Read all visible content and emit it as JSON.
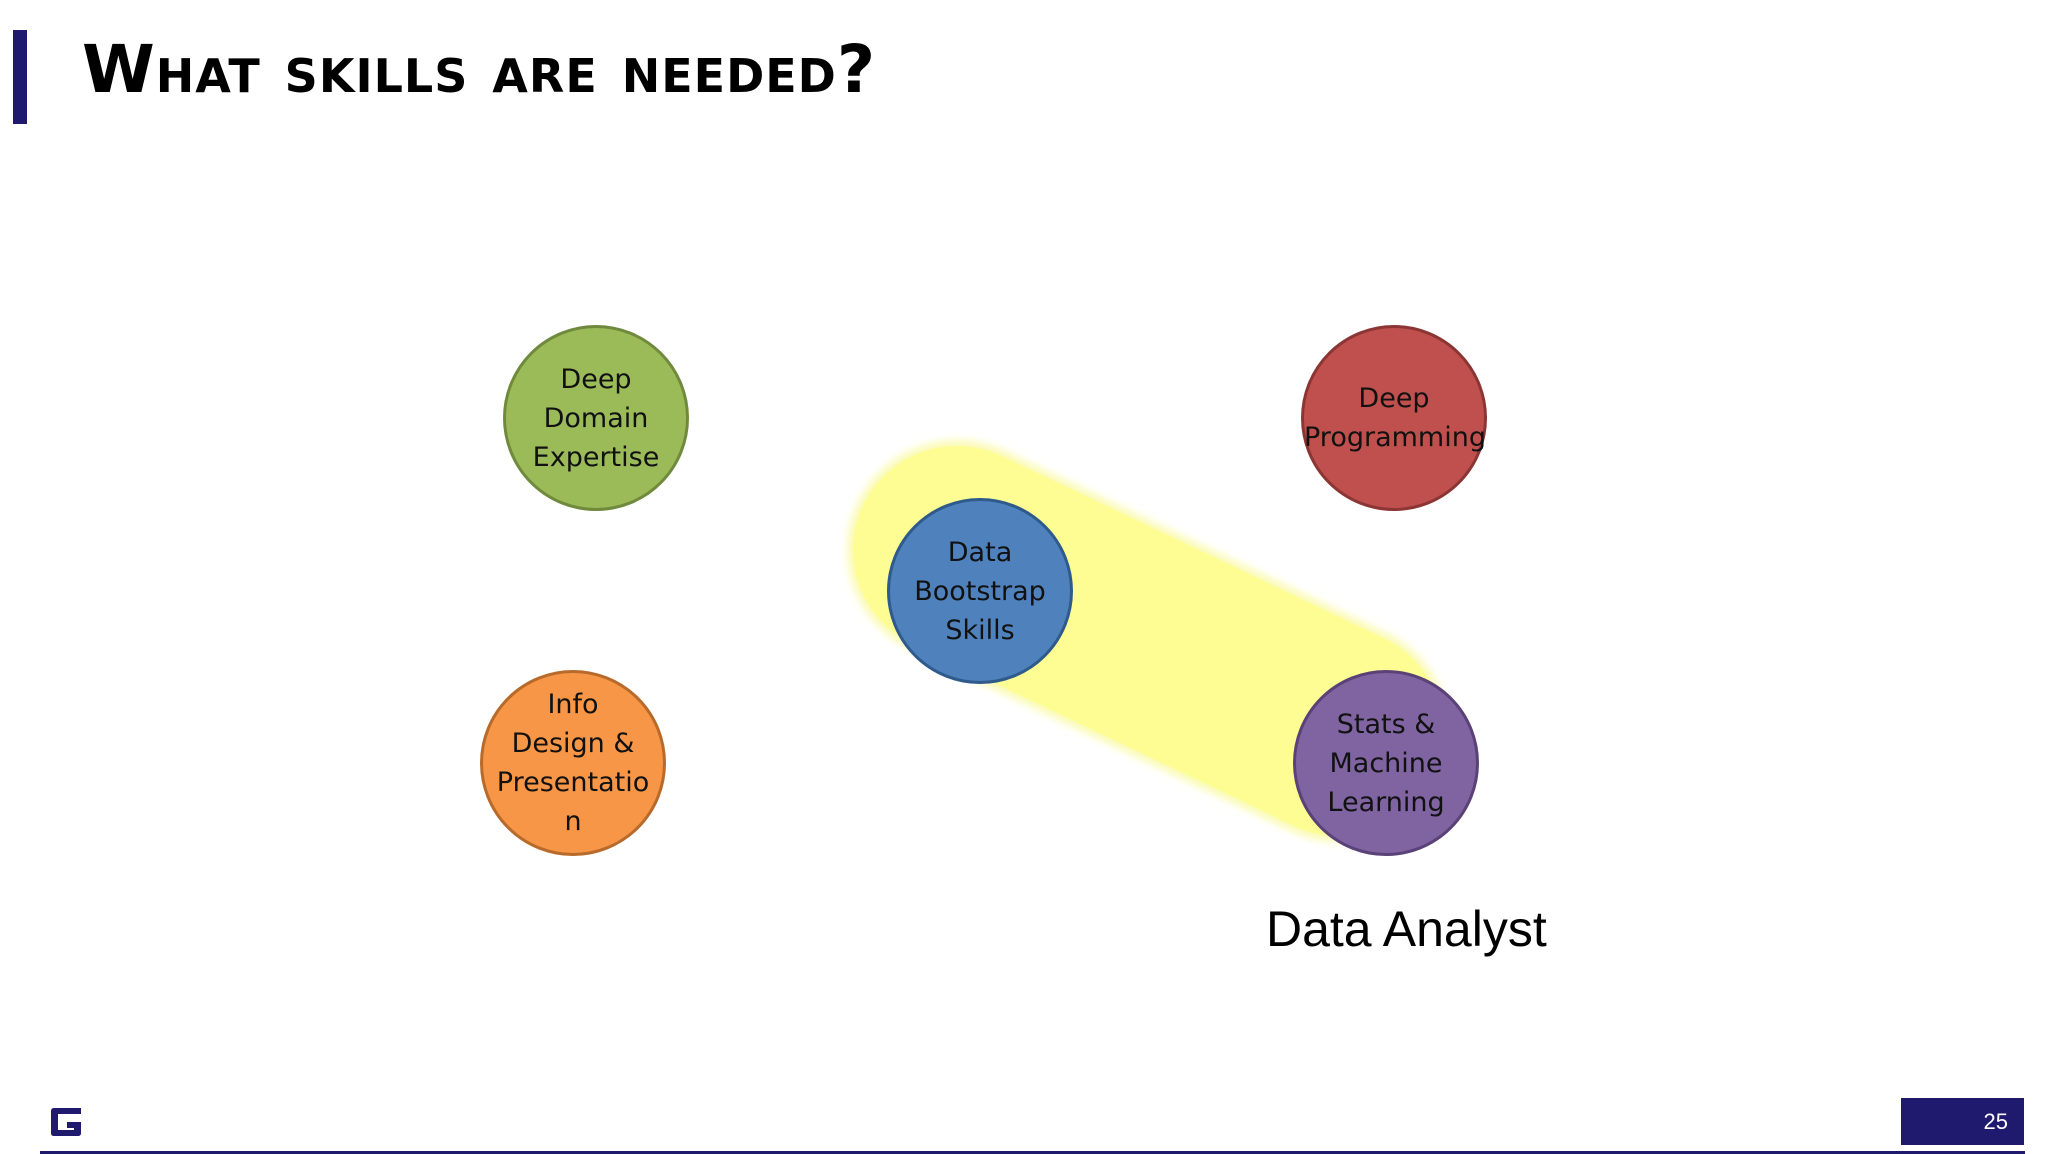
{
  "slide": {
    "title": "What skills are needed?",
    "page_number": "25"
  },
  "diagram": {
    "circles": {
      "deep_domain": "Deep\nDomain\nExpertise",
      "deep_programming": "Deep\nProgramming",
      "data_bootstrap": "Data\nBootstrap\nSkills",
      "info_design": "Info\nDesign &\nPresentatio\nn",
      "stats_ml": "Stats &\nMachine\nLearning"
    },
    "highlight_label": "Data Analyst"
  },
  "colors": {
    "accent": "#1f1a6e",
    "green": "#9bbb59",
    "red": "#c0504d",
    "blue": "#4f81bd",
    "orange": "#f79646",
    "purple": "#8064a2",
    "highlight": "#fdfd93"
  },
  "icons": {
    "logo": "g-logo-icon"
  }
}
